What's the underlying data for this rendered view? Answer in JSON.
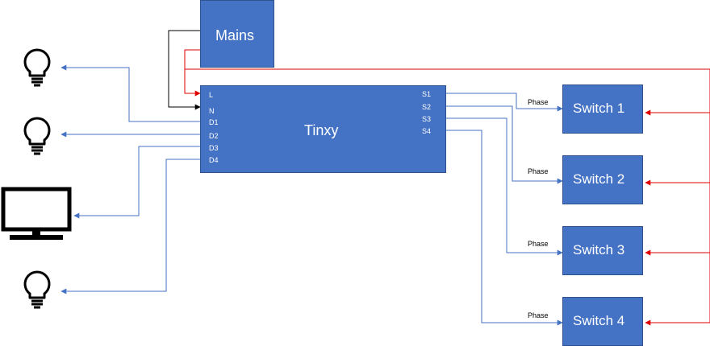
{
  "mains": {
    "title": "Mains"
  },
  "tinxy": {
    "title": "Tinxy",
    "left_pins": [
      "L",
      "N",
      "D1",
      "D2",
      "D3",
      "D4"
    ],
    "right_pins": [
      "S1",
      "S2",
      "S3",
      "S4"
    ]
  },
  "switches": [
    {
      "label": "Switch 1"
    },
    {
      "label": "Switch 2"
    },
    {
      "label": "Switch 3"
    },
    {
      "label": "Switch 4"
    }
  ],
  "phase_label": "Phase",
  "devices": [
    {
      "icon": "bulb-icon"
    },
    {
      "icon": "bulb-icon"
    },
    {
      "icon": "tv-icon"
    },
    {
      "icon": "bulb-icon"
    }
  ],
  "colors": {
    "box_fill": "#4472c4",
    "box_border": "#2f528f",
    "signal_wire": "#4472c4",
    "live_wire": "#e00000",
    "neutral_wire": "#000000"
  }
}
